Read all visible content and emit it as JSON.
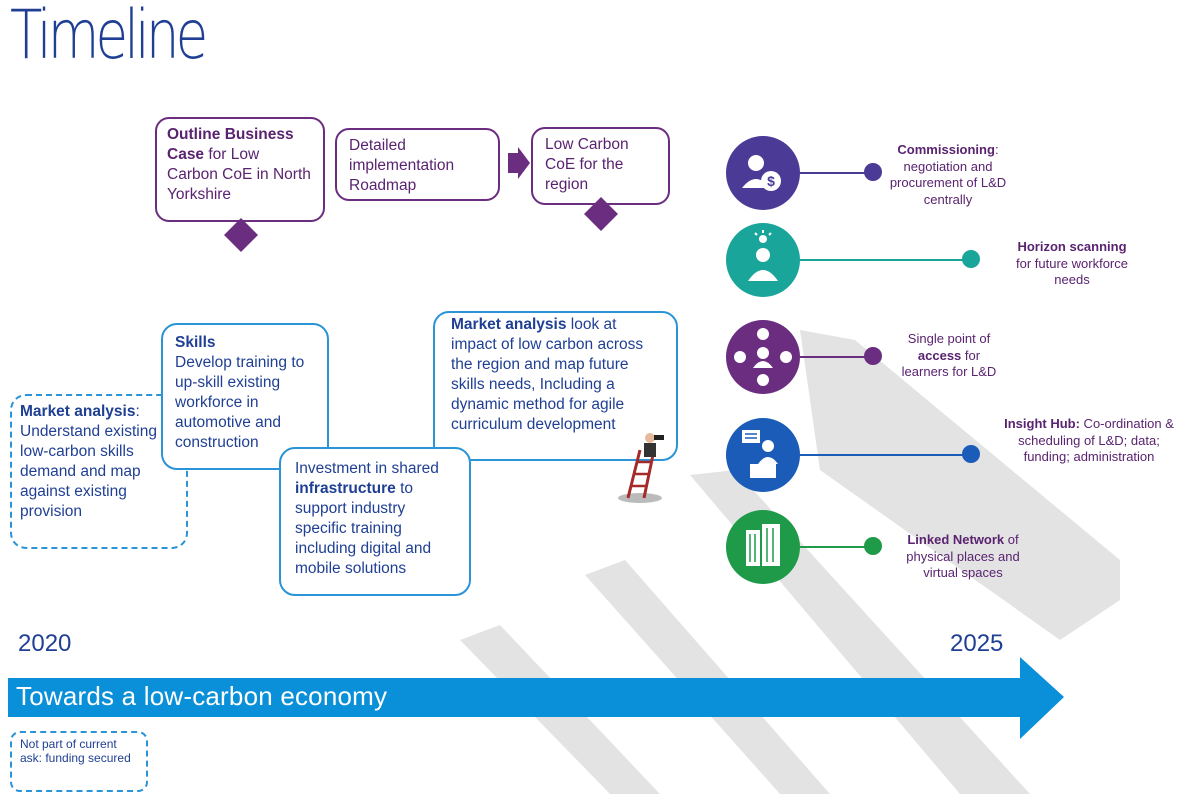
{
  "title": "Timeline",
  "colors": {
    "navy": "#1f3f94",
    "purple": "#6b2d80",
    "blue": "#2a94d6",
    "arrow": "#0a8fd9",
    "teal": "#1aa59b",
    "green": "#1e9a49",
    "indigo": "#4b3a96",
    "watermark": "#e3e3e3"
  },
  "purple_boxes": [
    {
      "bold": "Outline Business Case",
      "text": " for Low Carbon CoE in North Yorkshire"
    },
    {
      "text": "Detailed implementation Roadmap"
    },
    {
      "text": "Low Carbon CoE for the region"
    }
  ],
  "blue_boxes": {
    "market_dashed": {
      "bold": "Market analysis",
      "text": ": Understand existing low-carbon skills demand and map against existing provision"
    },
    "skills": {
      "bold": "Skills",
      "text": "Develop training to up-skill existing workforce in automotive and construction"
    },
    "infrastructure": {
      "pre": "Investment in shared ",
      "bold": "infrastructure",
      "post": " to support industry specific training including digital and mobile solutions"
    },
    "market_top": {
      "bold": "Market analysis",
      "text": " look at impact of low carbon across the region and map future skills needs, Including a dynamic method for agile curriculum development"
    }
  },
  "features": [
    {
      "icon": "commissioning-icon",
      "lead": "Commissioning",
      "pre": "",
      "post": ": negotiation and procurement of L&D centrally"
    },
    {
      "icon": "horizon-scanning-icon",
      "lead": "Horizon scanning",
      "pre": "",
      "post": " for future workforce needs"
    },
    {
      "icon": "single-access-icon",
      "lead": "access",
      "pre": "Single point of ",
      "post": " for learners for L&D"
    },
    {
      "icon": "insight-hub-icon",
      "lead": "Insight Hub:",
      "pre": "",
      "post": " Co-ordination & scheduling of L&D; data; funding; administration"
    },
    {
      "icon": "linked-network-icon",
      "lead": "Linked Network",
      "pre": "",
      "post": " of physical places and virtual spaces"
    }
  ],
  "timeline": {
    "start_year": "2020",
    "end_year": "2025",
    "arrow_label": "Towards a low-carbon economy"
  },
  "legend": {
    "text": "Not part of current ask: funding secured"
  }
}
